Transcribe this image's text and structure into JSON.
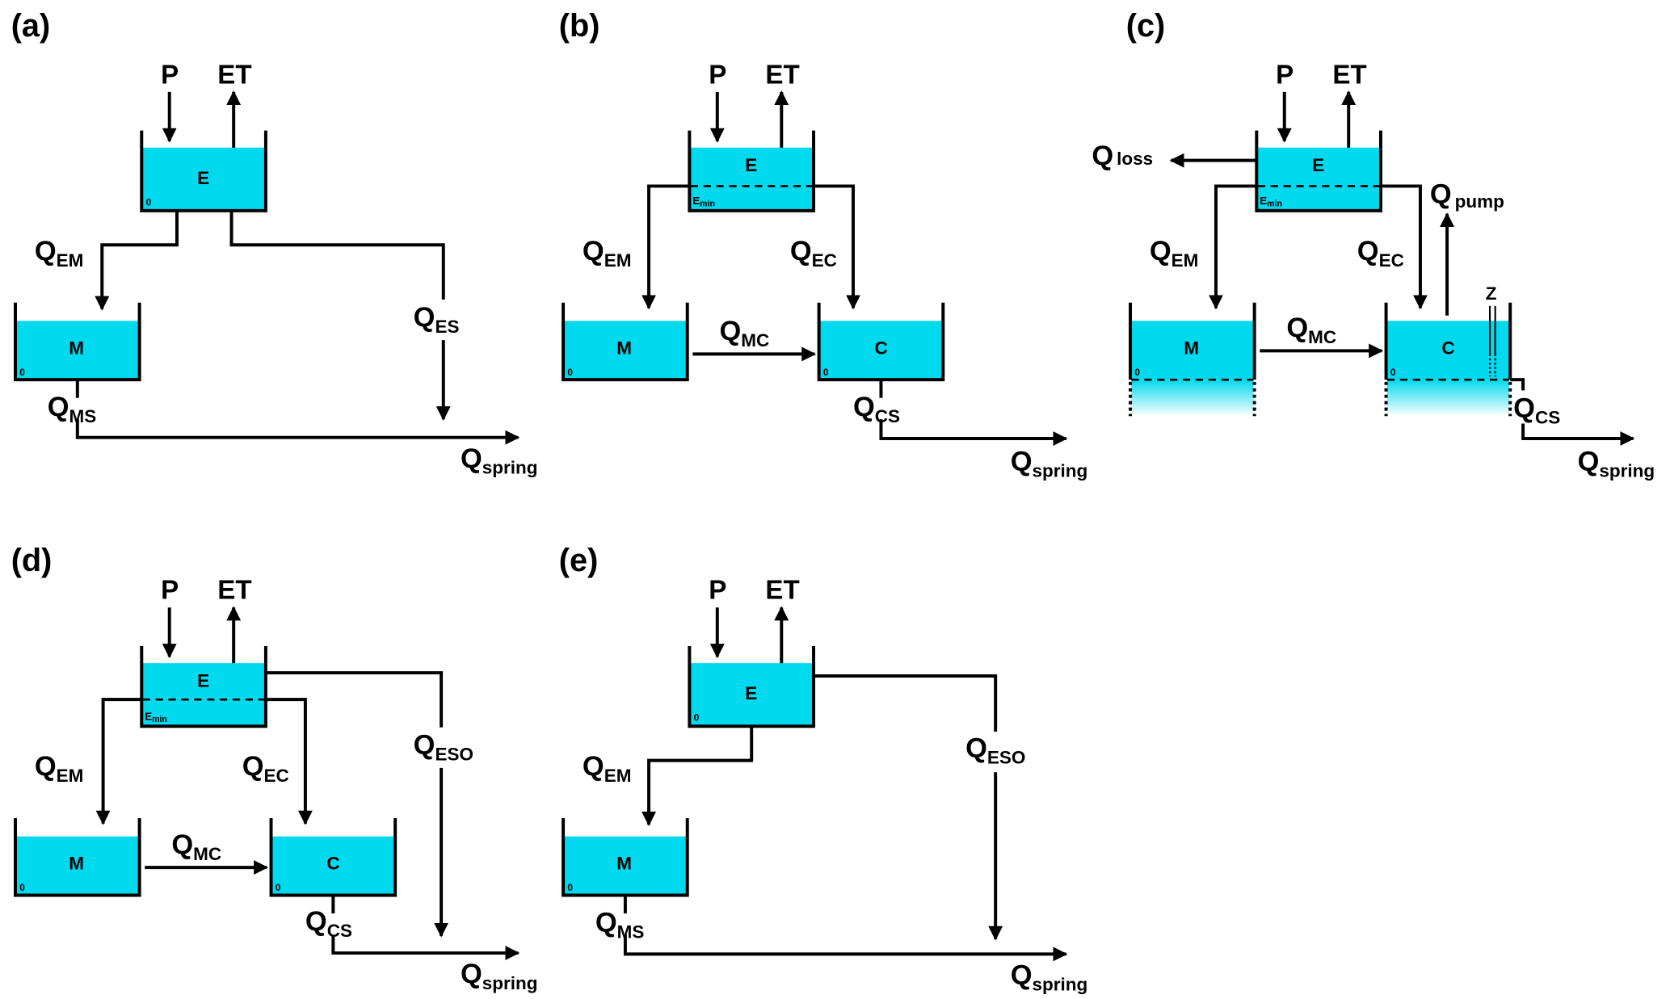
{
  "figure": {
    "water_color": "#00d9ee",
    "panels": [
      {
        "id": "a",
        "label": "(a)",
        "inputs": {
          "precip": "P",
          "evapo": "ET"
        },
        "stores": [
          {
            "name": "E",
            "zero": "0"
          },
          {
            "name": "M",
            "zero": "0"
          }
        ],
        "fluxes": [
          {
            "q": "Q",
            "sub": "EM"
          },
          {
            "q": "Q",
            "sub": "ES"
          },
          {
            "q": "Q",
            "sub": "MS"
          },
          {
            "q": "Q",
            "sub": "spring"
          }
        ]
      },
      {
        "id": "b",
        "label": "(b)",
        "inputs": {
          "precip": "P",
          "evapo": "ET"
        },
        "stores": [
          {
            "name": "E",
            "threshold": "E",
            "threshold_sub": "min"
          },
          {
            "name": "M",
            "zero": "0"
          },
          {
            "name": "C",
            "zero": "0"
          }
        ],
        "fluxes": [
          {
            "q": "Q",
            "sub": "EM"
          },
          {
            "q": "Q",
            "sub": "EC"
          },
          {
            "q": "Q",
            "sub": "MC"
          },
          {
            "q": "Q",
            "sub": "CS"
          },
          {
            "q": "Q",
            "sub": "spring"
          }
        ]
      },
      {
        "id": "c",
        "label": "(c)",
        "inputs": {
          "precip": "P",
          "evapo": "ET"
        },
        "stores": [
          {
            "name": "E",
            "threshold": "E",
            "threshold_sub": "min"
          },
          {
            "name": "M",
            "zero": "0"
          },
          {
            "name": "C",
            "zero": "0"
          }
        ],
        "marker": "Z",
        "fluxes": [
          {
            "q": "Q",
            "sub": "loss"
          },
          {
            "q": "Q",
            "sub": "pump"
          },
          {
            "q": "Q",
            "sub": "EM"
          },
          {
            "q": "Q",
            "sub": "EC"
          },
          {
            "q": "Q",
            "sub": "MC"
          },
          {
            "q": "Q",
            "sub": "CS"
          },
          {
            "q": "Q",
            "sub": "spring"
          }
        ]
      },
      {
        "id": "d",
        "label": "(d)",
        "inputs": {
          "precip": "P",
          "evapo": "ET"
        },
        "stores": [
          {
            "name": "E",
            "threshold": "E",
            "threshold_sub": "min"
          },
          {
            "name": "M",
            "zero": "0"
          },
          {
            "name": "C",
            "zero": "0"
          }
        ],
        "fluxes": [
          {
            "q": "Q",
            "sub": "EM"
          },
          {
            "q": "Q",
            "sub": "EC"
          },
          {
            "q": "Q",
            "sub": "ESO"
          },
          {
            "q": "Q",
            "sub": "MC"
          },
          {
            "q": "Q",
            "sub": "CS"
          },
          {
            "q": "Q",
            "sub": "spring"
          }
        ]
      },
      {
        "id": "e",
        "label": "(e)",
        "inputs": {
          "precip": "P",
          "evapo": "ET"
        },
        "stores": [
          {
            "name": "E",
            "zero": "0"
          },
          {
            "name": "M",
            "zero": "0"
          }
        ],
        "fluxes": [
          {
            "q": "Q",
            "sub": "EM"
          },
          {
            "q": "Q",
            "sub": "ESO"
          },
          {
            "q": "Q",
            "sub": "MS"
          },
          {
            "q": "Q",
            "sub": "spring"
          }
        ]
      }
    ]
  }
}
